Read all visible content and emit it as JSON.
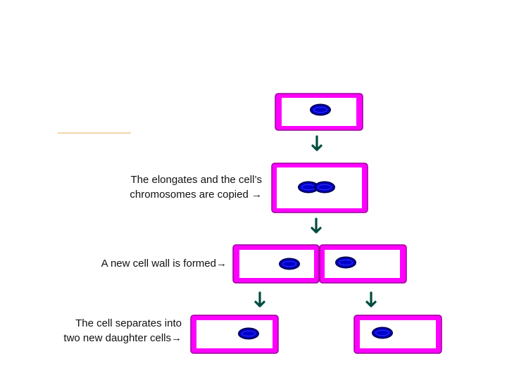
{
  "colors": {
    "cell_fill": "#ff00ff",
    "cell_border": "#9a009a",
    "cell_inner": "#ffffff",
    "nucleus_fill": "#0000cc",
    "nucleus_border": "#000055",
    "arrow": "#004d40",
    "accent_line": "#f0c890"
  },
  "icons": {
    "arrow": "down-arrow-icon",
    "nucleus": "nucleus-oval-icon"
  },
  "captions": {
    "step1": "The elongates and the cell’s\nchromosomes are copied →",
    "step2": "A new cell wall is formed→",
    "step3": "The cell separates into\ntwo new daughter cells→"
  }
}
